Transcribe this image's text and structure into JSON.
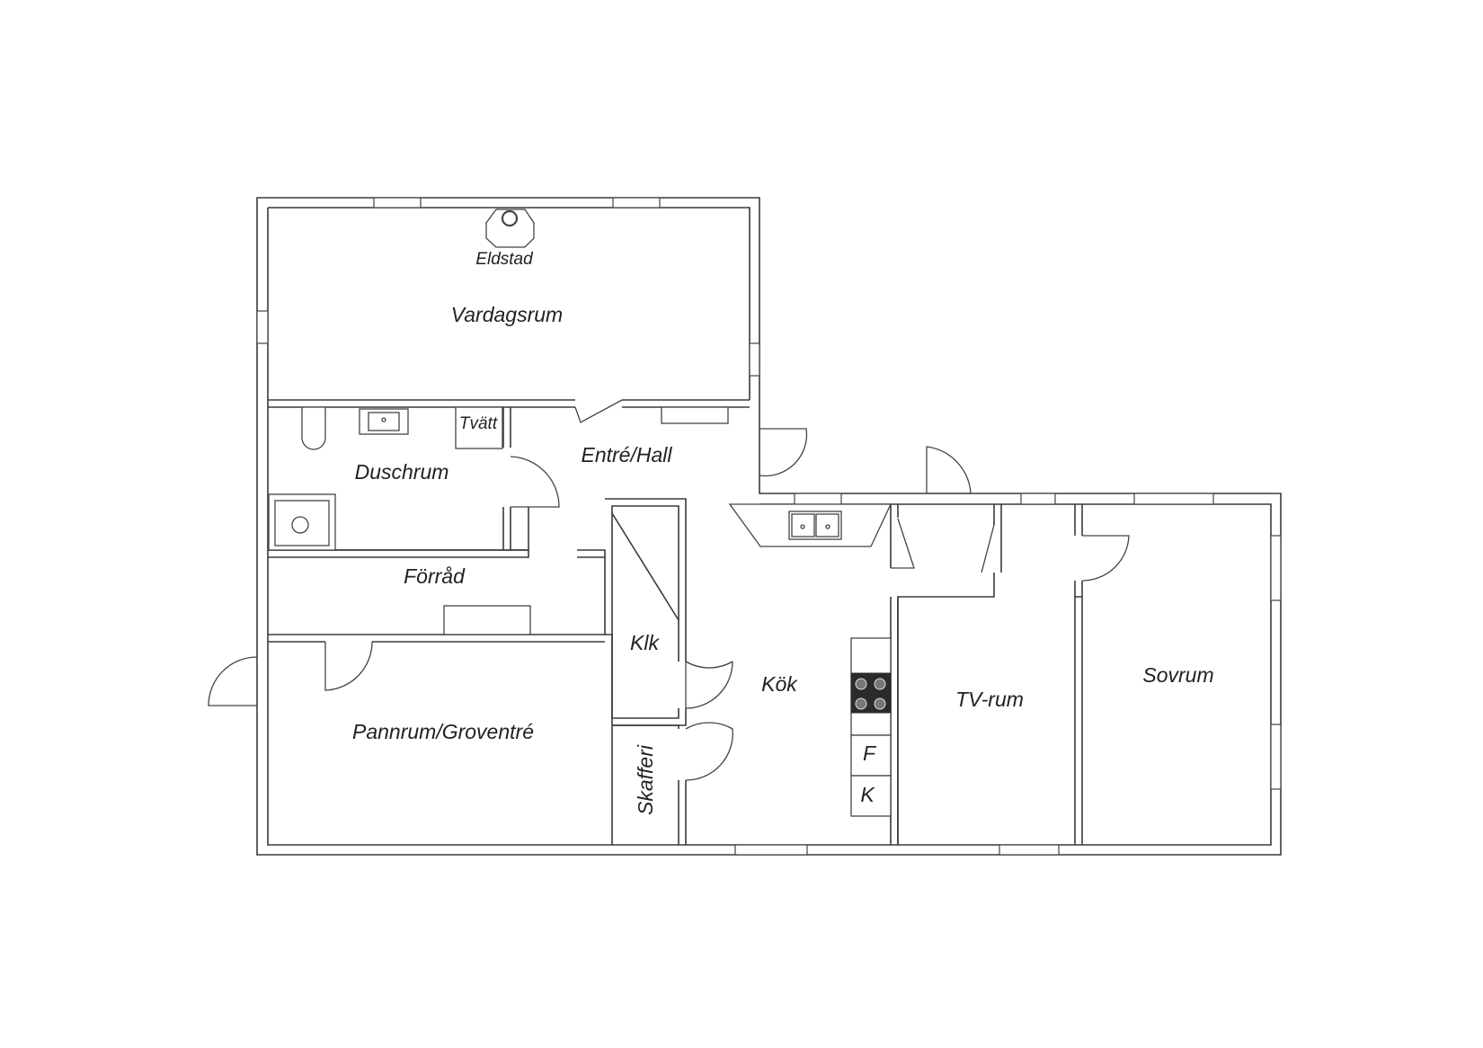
{
  "rooms": {
    "vardagsrum": "Vardagsrum",
    "eldstad": "Eldstad",
    "duschrum": "Duschrum",
    "tvatt": "Tvätt",
    "entre_hall": "Entré/Hall",
    "forrad": "Förråd",
    "klk": "Klk",
    "kok": "Kök",
    "pannrum": "Pannrum/Groventré",
    "skafferi": "Skafferi",
    "tv_rum": "TV-rum",
    "sovrum": "Sovrum"
  },
  "appliances": {
    "fridge": "F",
    "freezer": "K"
  }
}
